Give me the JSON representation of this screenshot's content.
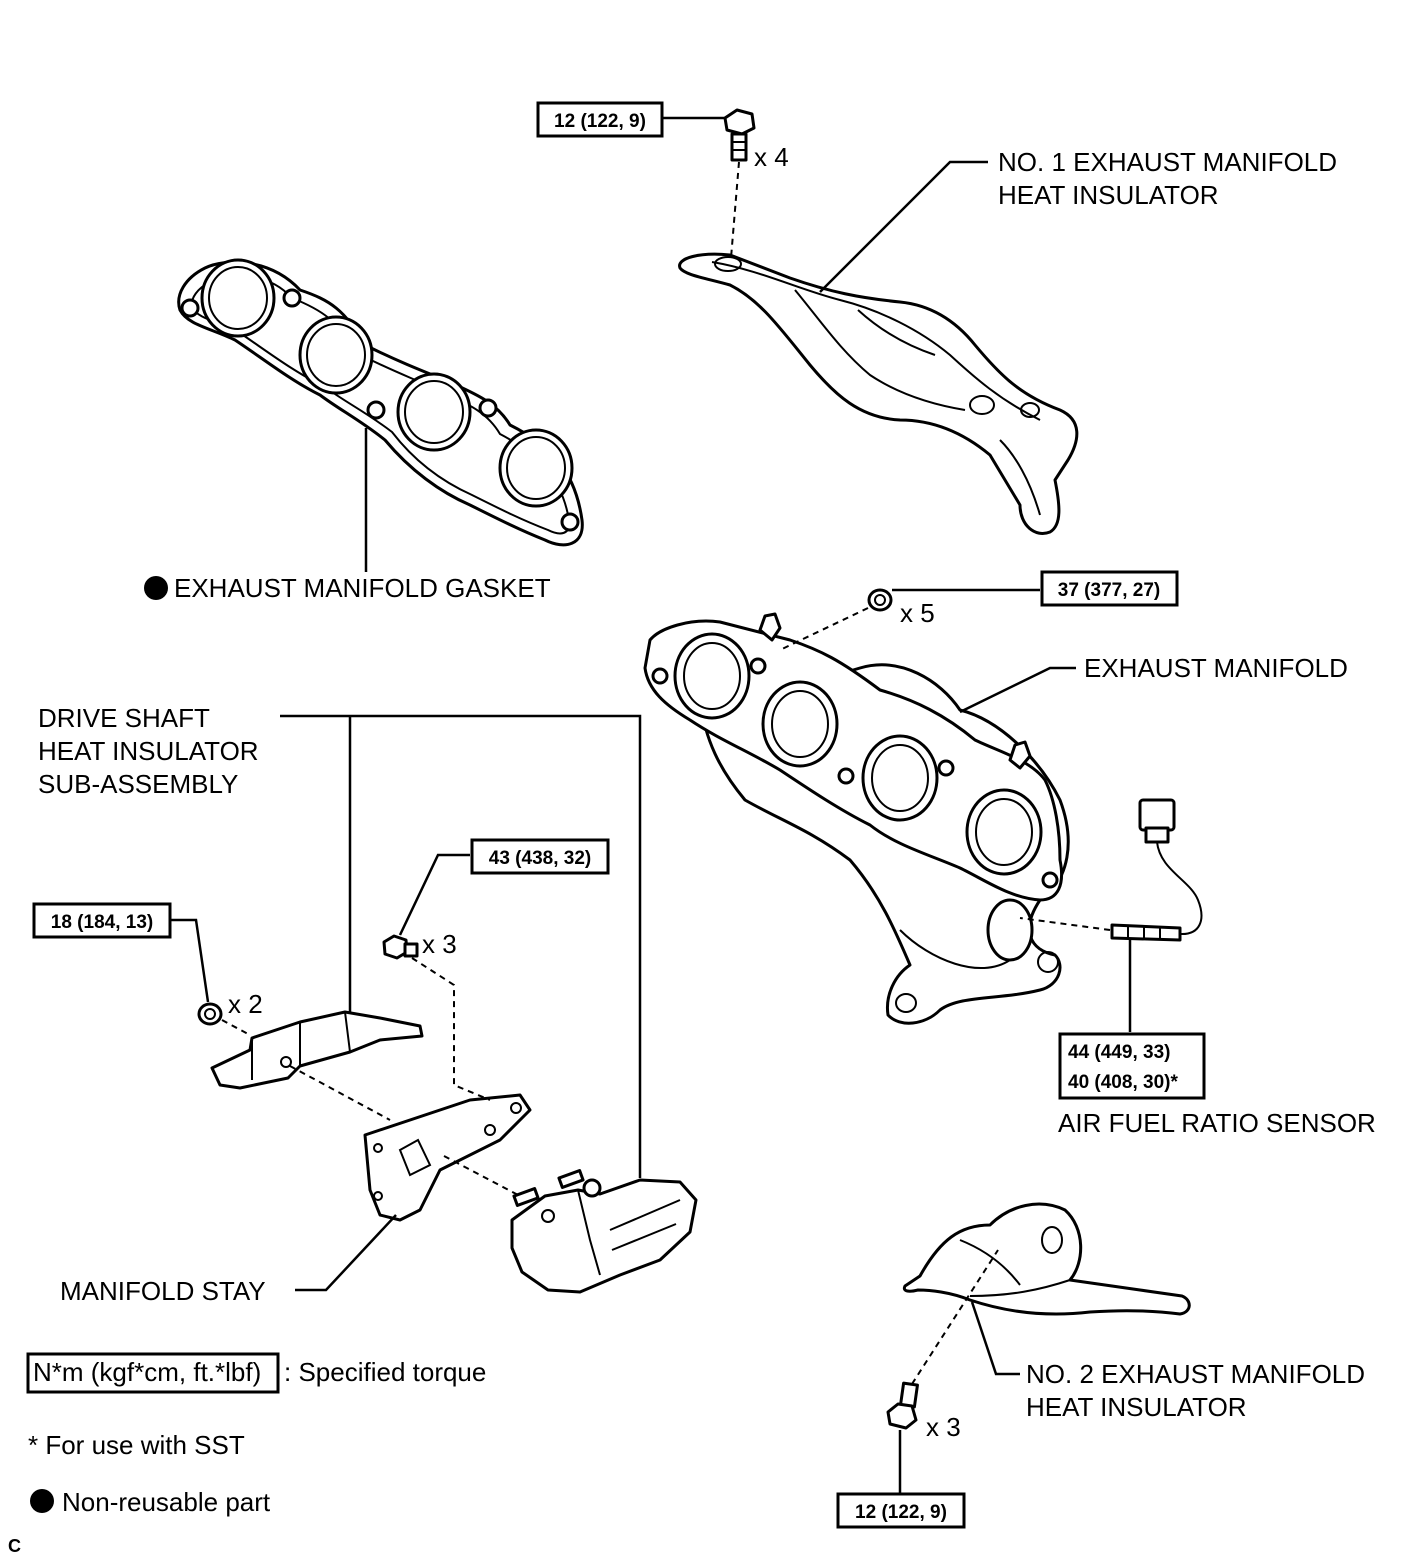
{
  "labels": {
    "no1_insulator": [
      "NO. 1 EXHAUST MANIFOLD",
      "HEAT INSULATOR"
    ],
    "gasket": "EXHAUST MANIFOLD GASKET",
    "manifold": "EXHAUST MANIFOLD",
    "drive_shaft": [
      "DRIVE SHAFT",
      "HEAT INSULATOR",
      "SUB-ASSEMBLY"
    ],
    "af_sensor": "AIR FUEL RATIO SENSOR",
    "manifold_stay": "MANIFOLD STAY",
    "no2_insulator": [
      "NO. 2 EXHAUST MANIFOLD",
      "HEAT INSULATOR"
    ]
  },
  "torques": {
    "no1_bolt": "12 (122, 9)",
    "manifold_nut": "37 (377, 27)",
    "stay_bolt": "43 (438, 32)",
    "ds_nut": "18 (184, 13)",
    "sensor": [
      "44 (449, 33)",
      "40 (408, 30)*"
    ],
    "no2_bolt": "12 (122, 9)"
  },
  "quantities": {
    "no1_bolt": "x 4",
    "manifold_nut": "x 5",
    "stay_bolt": "x 3",
    "ds_nut": "x 2",
    "no2_bolt": "x 3"
  },
  "legend": {
    "torque_unit": "N*m (kgf*cm, ft.*lbf)",
    "torque_desc": ": Specified torque",
    "sst_note": "* For use with SST",
    "nonreusable": "Non-reusable part"
  },
  "corner_mark": "C"
}
